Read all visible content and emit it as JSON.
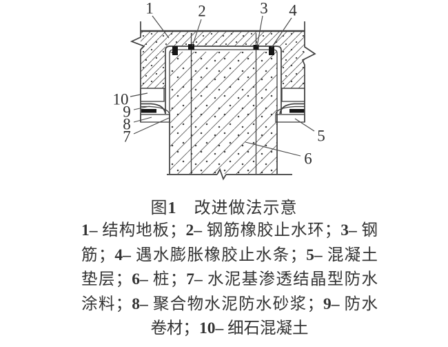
{
  "figure": {
    "caption": "图1　改进做法示意"
  },
  "legend": {
    "lines": [
      "1– 结构地板；2– 钢筋橡胶止水环；3– 钢",
      "筋；4– 遇水膨胀橡胶止水条；5– 混凝土",
      "垫层；6– 桩；7– 水泥基渗透结晶型防水",
      "涂料；8– 聚合物水泥防水砂浆；9– 防水",
      "卷材；10– 细石混凝土"
    ],
    "items": [
      {
        "num": "1",
        "label": "结构地板"
      },
      {
        "num": "2",
        "label": "钢筋橡胶止水环"
      },
      {
        "num": "3",
        "label": "钢筋"
      },
      {
        "num": "4",
        "label": "遇水膨胀橡胶止水条"
      },
      {
        "num": "5",
        "label": "混凝土垫层"
      },
      {
        "num": "6",
        "label": "桩"
      },
      {
        "num": "7",
        "label": "水泥基渗透结晶型防水涂料"
      },
      {
        "num": "8",
        "label": "聚合物水泥防水砂浆"
      },
      {
        "num": "9",
        "label": "防水卷材"
      },
      {
        "num": "10",
        "label": "细石混凝土"
      }
    ]
  },
  "diagram": {
    "callouts": [
      {
        "label": "1"
      },
      {
        "label": "2"
      },
      {
        "label": "3"
      },
      {
        "label": "4"
      },
      {
        "label": "5"
      },
      {
        "label": "6"
      },
      {
        "label": "7"
      },
      {
        "label": "8"
      },
      {
        "label": "9"
      },
      {
        "label": "10"
      }
    ],
    "colors": {
      "line": "#3f3f3f",
      "text": "#2e2e2e",
      "black_fill": "#151515",
      "background": "#ffffff"
    }
  }
}
